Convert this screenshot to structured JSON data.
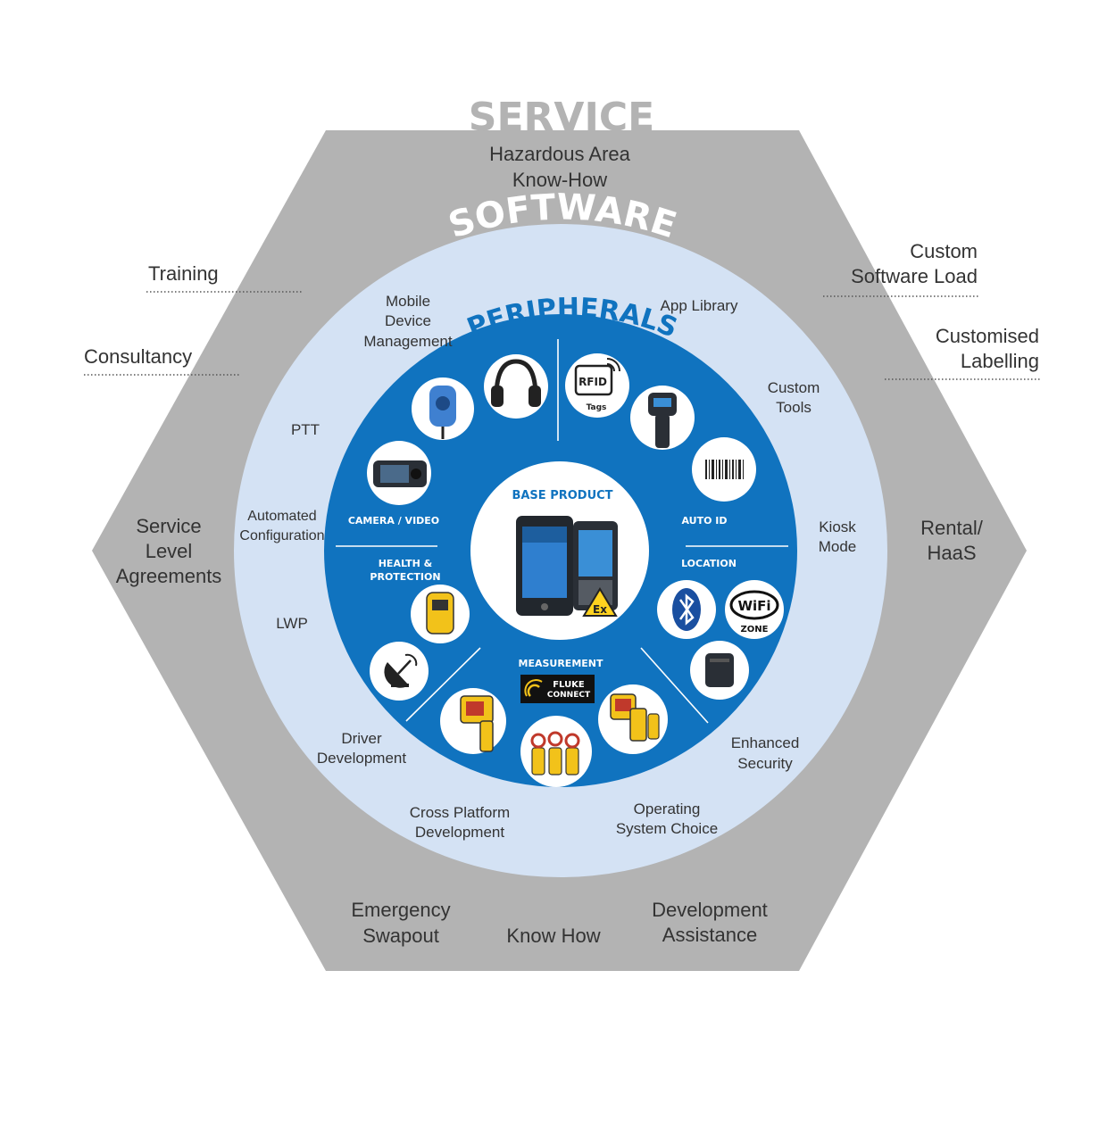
{
  "service": {
    "title": "SERVICE",
    "top_label": [
      "Hazardous Area",
      "Know-How"
    ],
    "left_items": [
      {
        "lines": [
          "Training"
        ]
      },
      {
        "lines": [
          "Consultancy"
        ]
      },
      {
        "lines": [
          "Service",
          "Level",
          "Agreements"
        ]
      }
    ],
    "right_items": [
      {
        "lines": [
          "Custom",
          "Software Load"
        ]
      },
      {
        "lines": [
          "Customised",
          "Labelling"
        ]
      },
      {
        "lines": [
          "Rental/",
          "HaaS"
        ]
      }
    ],
    "bottom_items": [
      {
        "lines": [
          "Emergency",
          "Swapout"
        ]
      },
      {
        "lines": [
          "Know How"
        ]
      },
      {
        "lines": [
          "Development",
          "Assistance"
        ]
      }
    ]
  },
  "software": {
    "title": "SOFTWARE",
    "items": [
      {
        "lines": [
          "Mobile",
          "Device",
          "Management"
        ]
      },
      {
        "lines": [
          "App Library"
        ]
      },
      {
        "lines": [
          "Custom",
          "Tools"
        ]
      },
      {
        "lines": [
          "PTT"
        ]
      },
      {
        "lines": [
          "Automated",
          "Configuration"
        ]
      },
      {
        "lines": [
          "Kiosk",
          "Mode"
        ]
      },
      {
        "lines": [
          "LWP"
        ]
      },
      {
        "lines": [
          "Driver",
          "Development"
        ]
      },
      {
        "lines": [
          "Enhanced",
          "Security"
        ]
      },
      {
        "lines": [
          "Cross Platform",
          "Development"
        ]
      },
      {
        "lines": [
          "Operating",
          "System Choice"
        ]
      }
    ]
  },
  "peripherals": {
    "title": "PERIPHERALS",
    "categories": {
      "camera": "CAMERA / VIDEO",
      "health": [
        "HEALTH &",
        "PROTECTION"
      ],
      "auto_id": "AUTO ID",
      "location": "LOCATION",
      "measurement": "MEASUREMENT"
    },
    "badges": {
      "rfid": "RFID",
      "rfid_sub": "Tags",
      "wifi": "WiFi",
      "wifi_sub": "ZONE",
      "fluke": [
        "FLUKE",
        "CONNECT"
      ],
      "ex": "Ex"
    }
  },
  "base_product": {
    "title": "BASE PRODUCT"
  },
  "colors": {
    "hexagon": "#b3b3b3",
    "software_ring": "#d4e2f4",
    "peripherals_ring": "#1073bf",
    "text_dark": "#333333"
  }
}
